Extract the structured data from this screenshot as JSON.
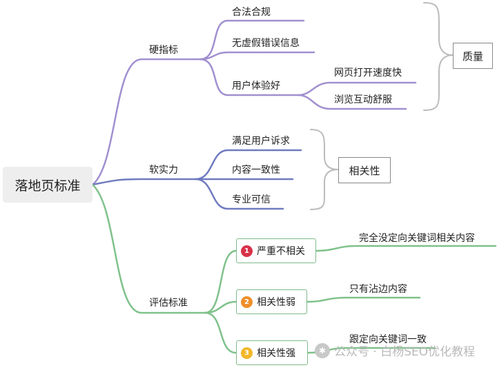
{
  "root": {
    "label": "落地页标准"
  },
  "branches": {
    "hard": {
      "label": "硬指标",
      "color": "#a18fd0",
      "items": [
        "合法合规",
        "无虚假错误信息",
        "用户体验好"
      ],
      "subitems": [
        "网页打开速度快",
        "浏览互动舒服"
      ]
    },
    "soft": {
      "label": "软实力",
      "color": "#6f7bbf",
      "items": [
        "满足用户诉求",
        "内容一致性",
        "专业可信"
      ]
    },
    "eval": {
      "label": "评估标准",
      "color": "#7fc18a",
      "items": [
        {
          "num": "1",
          "label": "严重不相关",
          "badge_color": "#d8324a",
          "note": "完全没定向关键词相关内容"
        },
        {
          "num": "2",
          "label": "相关性弱",
          "badge_color": "#ef8f2a",
          "note": "只有沾边内容"
        },
        {
          "num": "3",
          "label": "相关性强",
          "badge_color": "#f2b72a",
          "note": "跟定向关键词一致"
        }
      ]
    }
  },
  "summaries": {
    "quality": "质量",
    "relevance": "相关性"
  },
  "watermark": {
    "text": "公众号 · 白杨SEO优化教程"
  }
}
